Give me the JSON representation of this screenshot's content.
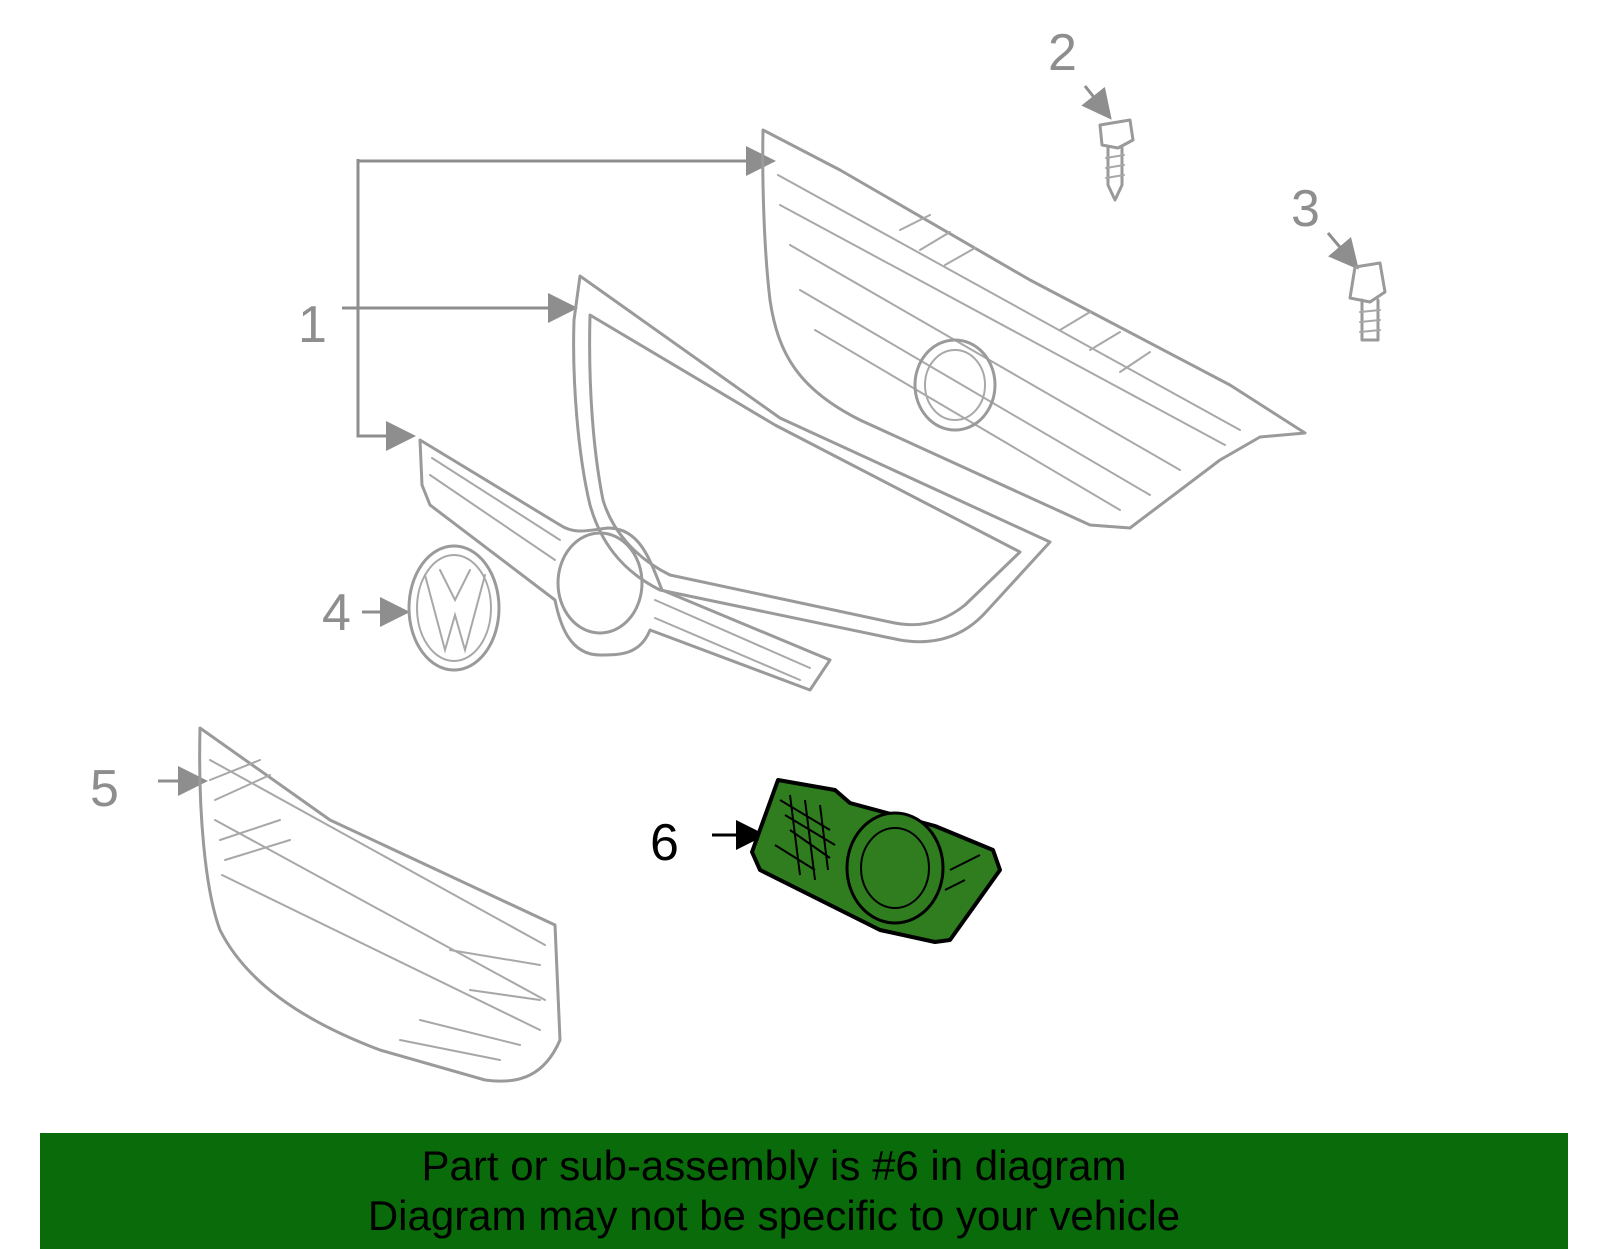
{
  "callouts": {
    "c1": "1",
    "c2": "2",
    "c3": "3",
    "c4": "4",
    "c5": "5",
    "c6": "6"
  },
  "highlighted_part": "6",
  "colors": {
    "highlight_fill": "#2f7d1f",
    "banner_bg": "#0a6b0a",
    "part_stroke": "#9a9a9a"
  },
  "banner": {
    "line1": "Part or sub-assembly is #6 in diagram",
    "line2": "Diagram may not be specific to your vehicle"
  }
}
